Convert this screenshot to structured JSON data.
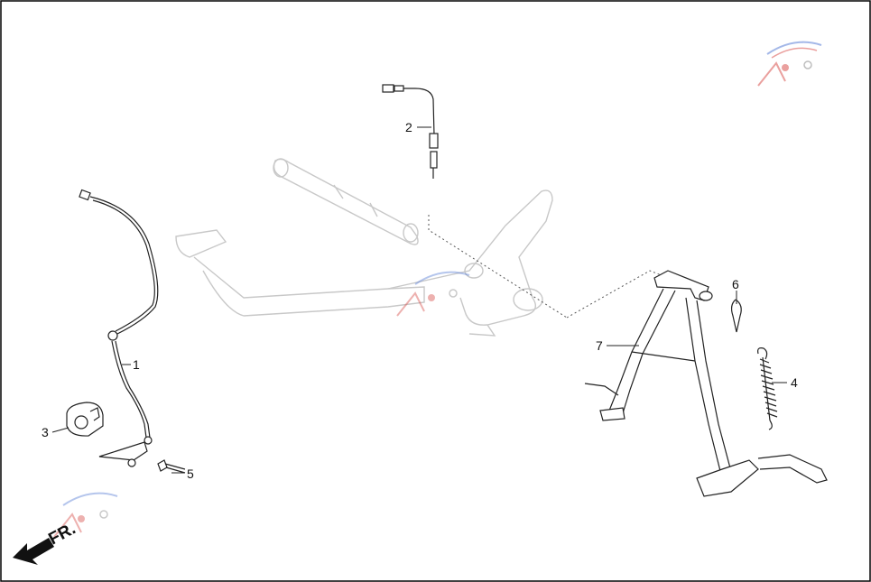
{
  "callouts": [
    {
      "id": "1",
      "text": "1"
    },
    {
      "id": "2",
      "text": "2"
    },
    {
      "id": "3",
      "text": "3"
    },
    {
      "id": "4",
      "text": "4"
    },
    {
      "id": "5",
      "text": "5"
    },
    {
      "id": "6",
      "text": "6"
    },
    {
      "id": "7",
      "text": "7"
    }
  ],
  "direction_label": "FR.",
  "colors": {
    "frame": "#000000",
    "line": "#222222",
    "ghost": "#c8c8c8",
    "watermark_red": "#d9534f",
    "watermark_blue": "#5b7fd6"
  }
}
